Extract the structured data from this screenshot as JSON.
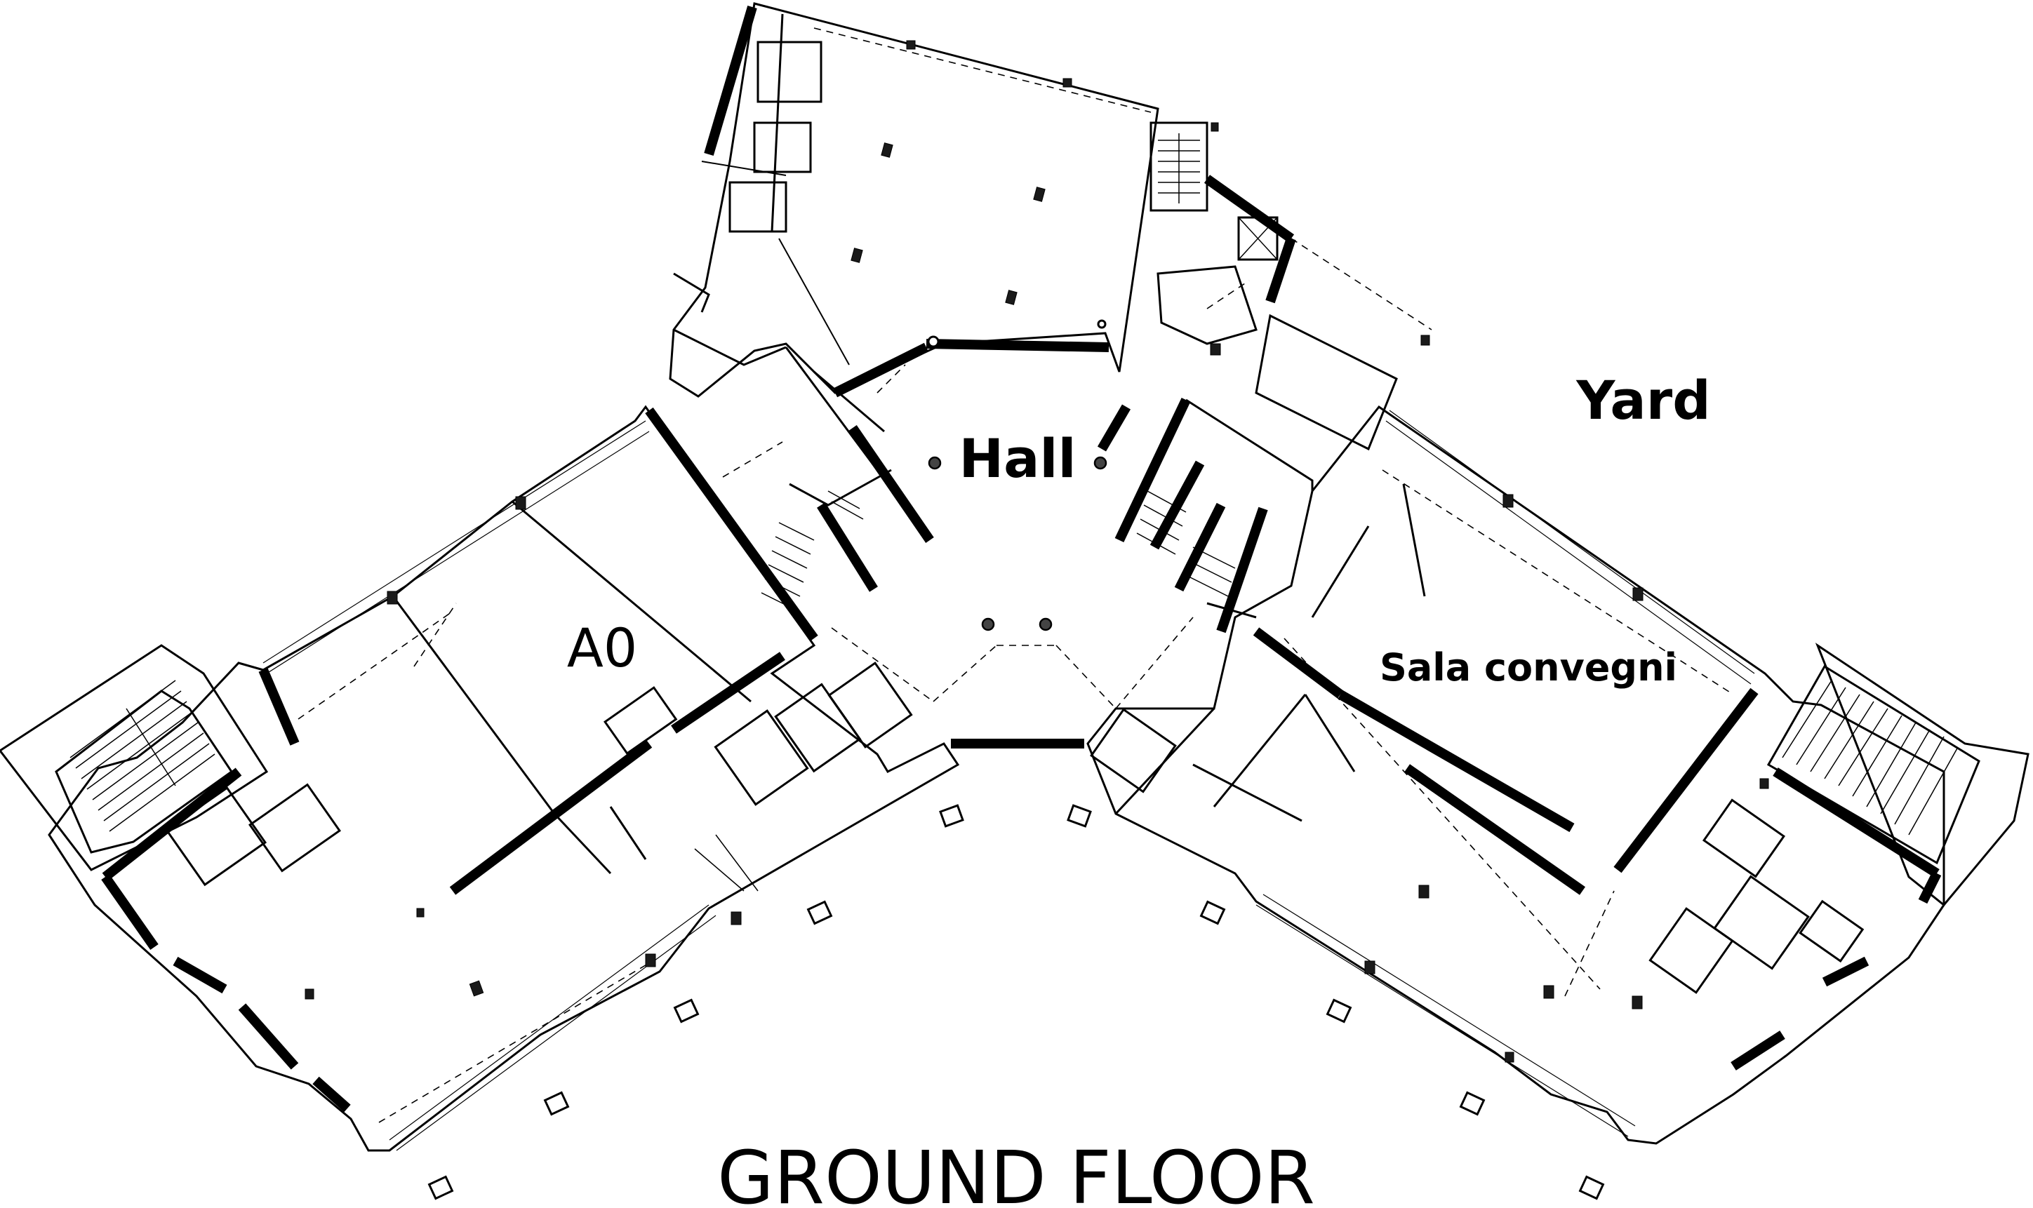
{
  "plan": {
    "floor_title": "GROUND FLOOR",
    "rooms": {
      "hall": "Hall",
      "yard": "Yard",
      "a0": "A0",
      "sala_convegni": "Sala convegni"
    }
  }
}
